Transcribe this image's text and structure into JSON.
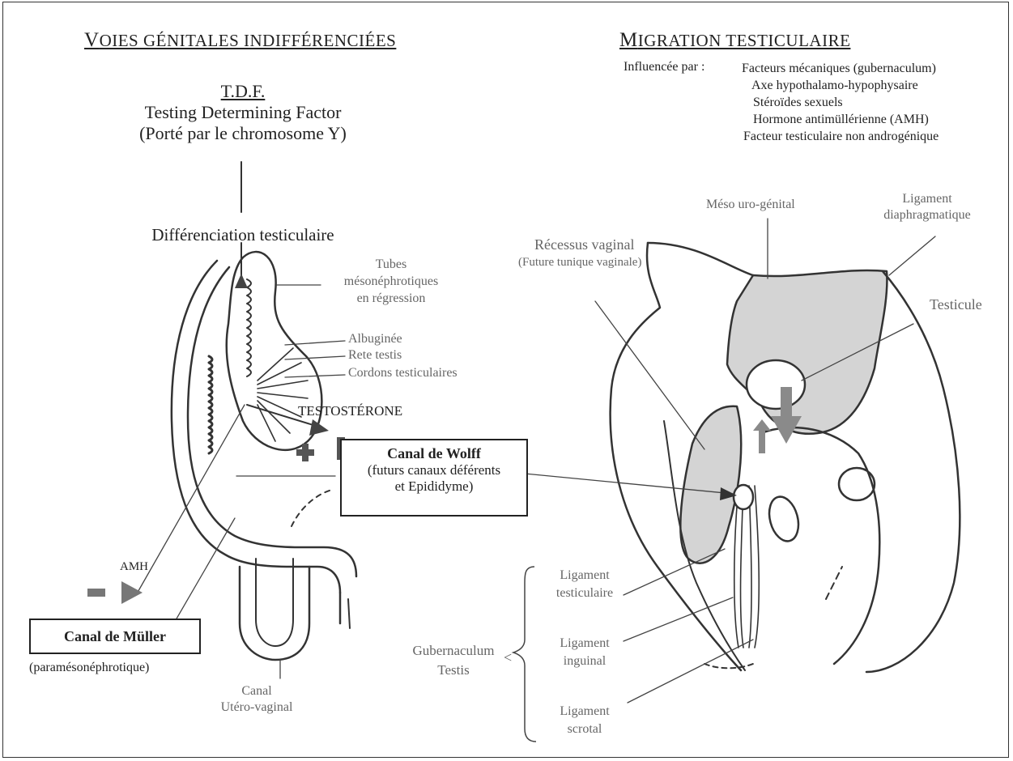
{
  "left": {
    "heading_first": "V",
    "heading_rest": "OIES GÉNITALES INDIFFÉRENCIÉES",
    "tdf_abbr": "T.D.F.",
    "tdf_full": "Testing Determining Factor",
    "tdf_note": "(Porté par le chromosome Y)",
    "differentiation": "Différenciation testiculaire",
    "tubes": [
      "Tubes",
      "mésonéphrotiques",
      "en régression"
    ],
    "albuginee": "Albuginée",
    "rete": "Rete testis",
    "cordons": "Cordons testiculaires",
    "testosterone": "TESTOSTÉRONE",
    "plus": "+",
    "minus": "–",
    "amh": "AMH",
    "wolff_title": "Canal de Wolff",
    "wolff_sub1": "(futurs canaux déférents",
    "wolff_sub2": "et Epididyme)",
    "muller_title": "Canal de Müller",
    "muller_sub": "(paramésonéphrotique)",
    "canal_uv": [
      "Canal",
      "Utéro-vaginal"
    ]
  },
  "right": {
    "heading_first": "M",
    "heading_rest": "IGRATION TESTICULAIRE",
    "influence_label": "Influencée par :",
    "influences": [
      "Facteurs mécaniques (gubernaculum)",
      "Axe hypothalamo-hypophysaire",
      "Stéroïdes sexuels",
      "Hormone antimüllérienne (AMH)",
      "Facteur testiculaire non androgénique"
    ],
    "meso": "Méso uro-génital",
    "ligament_diaph": [
      "Ligament",
      "diaphragmatique"
    ],
    "recessus": "Récessus vaginal",
    "recessus_sub": "(Future tunique vaginale)",
    "testicule": "Testicule",
    "lig_testiculaire": [
      "Ligament",
      "testiculaire"
    ],
    "lig_inguinal": [
      "Ligament",
      "inguinal"
    ],
    "lig_scrotal": [
      "Ligament",
      "scrotal"
    ],
    "gubernaculum": [
      "Gubernaculum",
      "Testis"
    ],
    "brace": "<"
  },
  "colors": {
    "shade": "#d4d4d4",
    "arrow_fill": "#8a8a8a",
    "line": "#333333"
  }
}
